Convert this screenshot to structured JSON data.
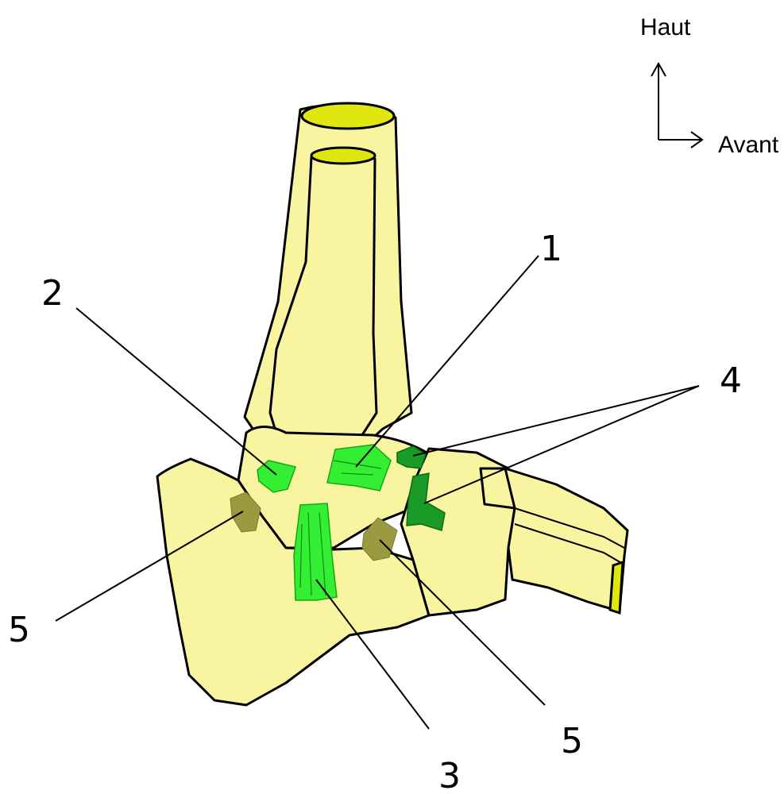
{
  "orientation": {
    "up_label": "Haut",
    "forward_label": "Avant"
  },
  "labels": {
    "l1": "1",
    "l2": "2",
    "l3": "3",
    "l4": "4",
    "l5_left": "5",
    "l5_right": "5"
  },
  "colors": {
    "bone": "#f8f4a0",
    "bone_cut_surface": "#e0e610",
    "ligament_light": "#33ee33",
    "ligament_dark": "#1a9a26",
    "ligament_olive": "#9c9a40"
  }
}
